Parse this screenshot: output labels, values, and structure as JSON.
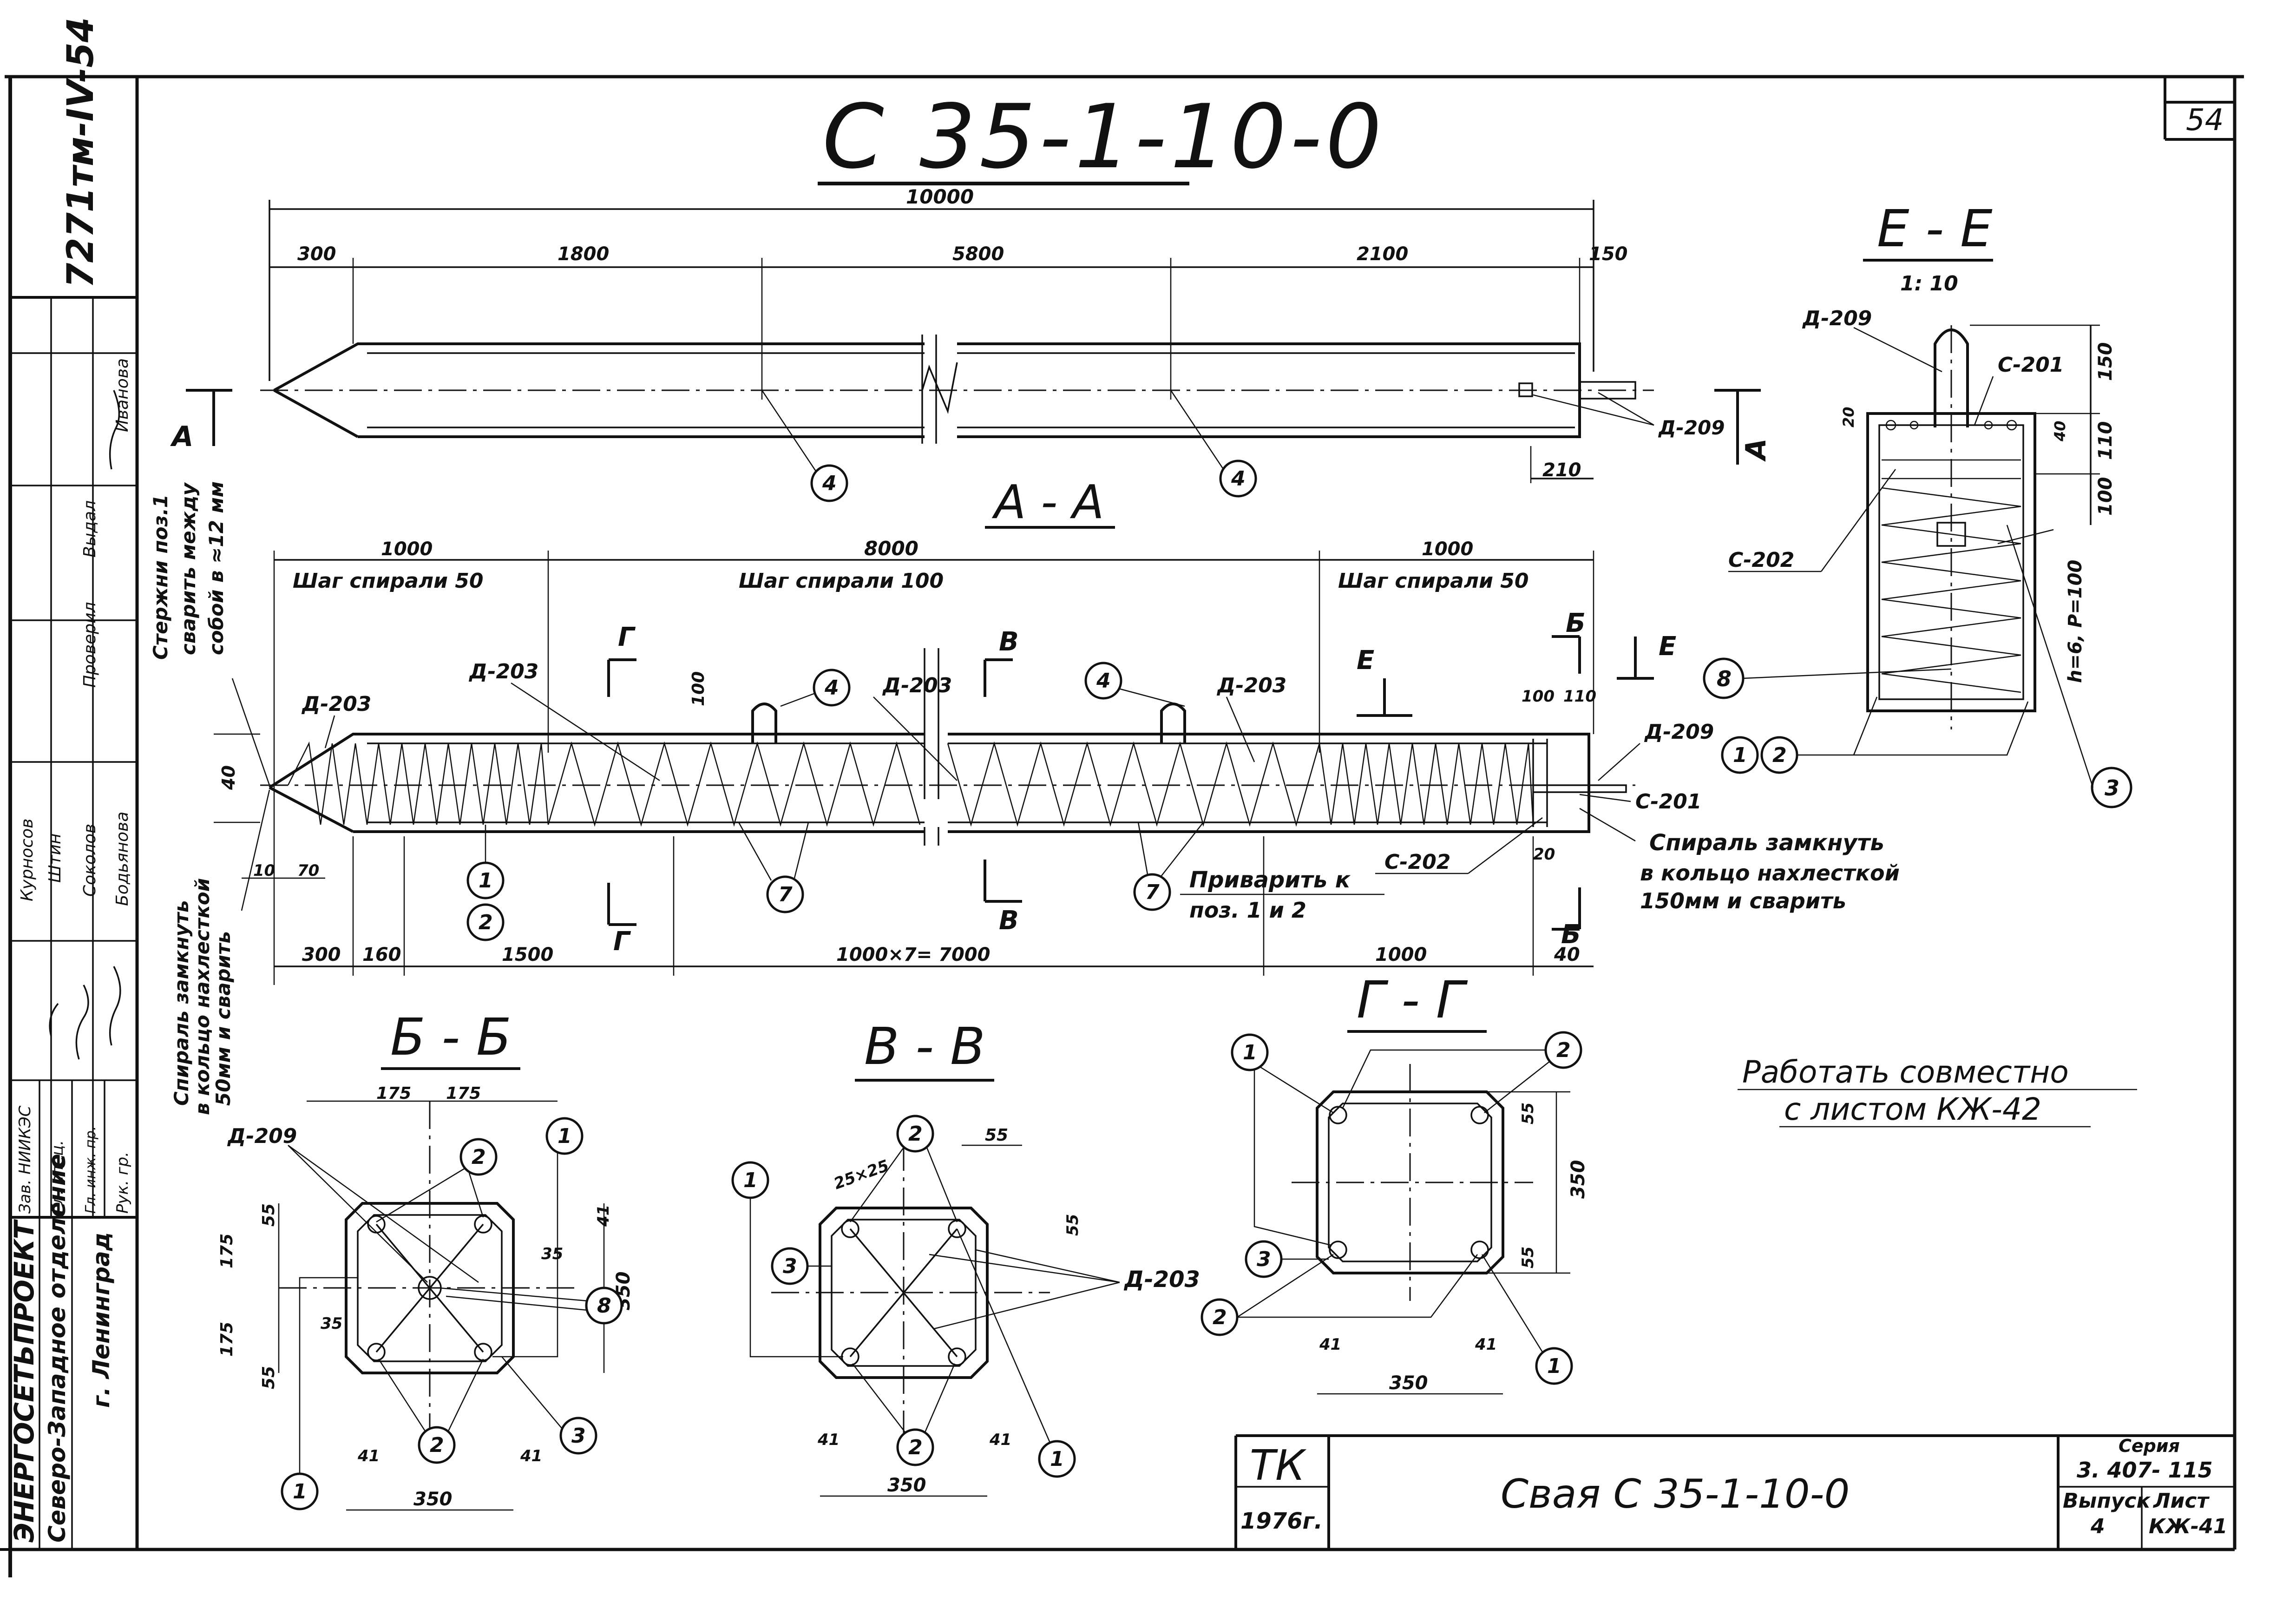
{
  "title": "С 35-1-10-0",
  "sheet_number": "54",
  "archive_number": "7271тм-IV-54",
  "note": "Работать совместно с листом КЖ-42",
  "elevation": {
    "overall": "10000",
    "dims": [
      "300",
      "1800",
      "5800",
      "2100",
      "150"
    ],
    "dim_210": "210",
    "d209": "Д-209",
    "marker": "4",
    "cut": "А"
  },
  "section_aa": {
    "title": "А - А",
    "top_dims": [
      "1000",
      "8000",
      "1000"
    ],
    "pitch_left": "Шаг спирали 50",
    "pitch_mid": "Шаг спирали 100",
    "pitch_right": "Шаг спирали 50",
    "bottom_dims": [
      "300",
      "160",
      "1500",
      "1000×7= 7000",
      "1000",
      "40"
    ],
    "dim_10": "10",
    "dim_70": "70",
    "dim_40": "40",
    "dim_100": "100",
    "dim_100b": "100",
    "dim_110": "110",
    "dim_20": "20",
    "labels": [
      "Д-203",
      "Д-203",
      "Д-203",
      "Д-203",
      "Д-209",
      "С-201",
      "С-202"
    ],
    "weld_note": [
      "Приварить к",
      "поз. 1 и 2"
    ],
    "spiral_note": [
      "Спираль замкнуть",
      "в кольцо нахлесткой",
      "150мм и сварить"
    ],
    "side_note_left": [
      "Спираль замкнуть",
      "в кольцо нахлесткой",
      "50мм и сварить"
    ],
    "side_note_rods": [
      "Стержни поз.1",
      "сварить между",
      "собой в ≈12 мм"
    ],
    "cuts": [
      "Г",
      "В",
      "Е",
      "Б"
    ]
  },
  "section_ee": {
    "title": "Е - Е",
    "scale": "1: 10",
    "labels": [
      "Д-209",
      "С-201",
      "С-202"
    ],
    "dims": [
      "150",
      "110",
      "100",
      "40",
      "20"
    ],
    "spiral": "h=6, P=100"
  },
  "section_bb": {
    "title": "Б - Б",
    "dims": [
      "175",
      "175",
      "55",
      "175",
      "175",
      "55",
      "35",
      "35",
      "41",
      "41",
      "41",
      "350",
      "350"
    ],
    "label": "Д-209"
  },
  "section_vv": {
    "title": "В - В",
    "dims": [
      "25×25",
      "55",
      "55",
      "41",
      "41",
      "350"
    ],
    "label": "Д-203"
  },
  "section_gg": {
    "title": "Г - Г",
    "dims": [
      "55",
      "350",
      "55",
      "41",
      "41",
      "350"
    ]
  },
  "markers": [
    "1",
    "2",
    "3",
    "4",
    "7",
    "8"
  ],
  "stamp": {
    "org": "ЭНЕРГОСЕТЬПРОЕКТ",
    "division": "Северо-Западное отделение",
    "city": "г. Ленинград",
    "roles": [
      "Зав. НИИКЭС",
      "Гл. спец.",
      "Гл. инж. пр.",
      "Рук. гр."
    ],
    "names": [
      "Курносов",
      "Штин",
      "Соколов",
      "Бодьянова"
    ],
    "roles2": [
      "Проверил",
      "Выдал",
      "Иванова"
    ],
    "tk": "ТК",
    "year": "1976г.",
    "drawing_name": "Свая С 35-1-10-0",
    "series_label": "Серия",
    "series": "3. 407- 115",
    "issue_label": "Выпуск",
    "issue": "4",
    "sheet_label": "Лист",
    "sheet": "КЖ-41"
  }
}
